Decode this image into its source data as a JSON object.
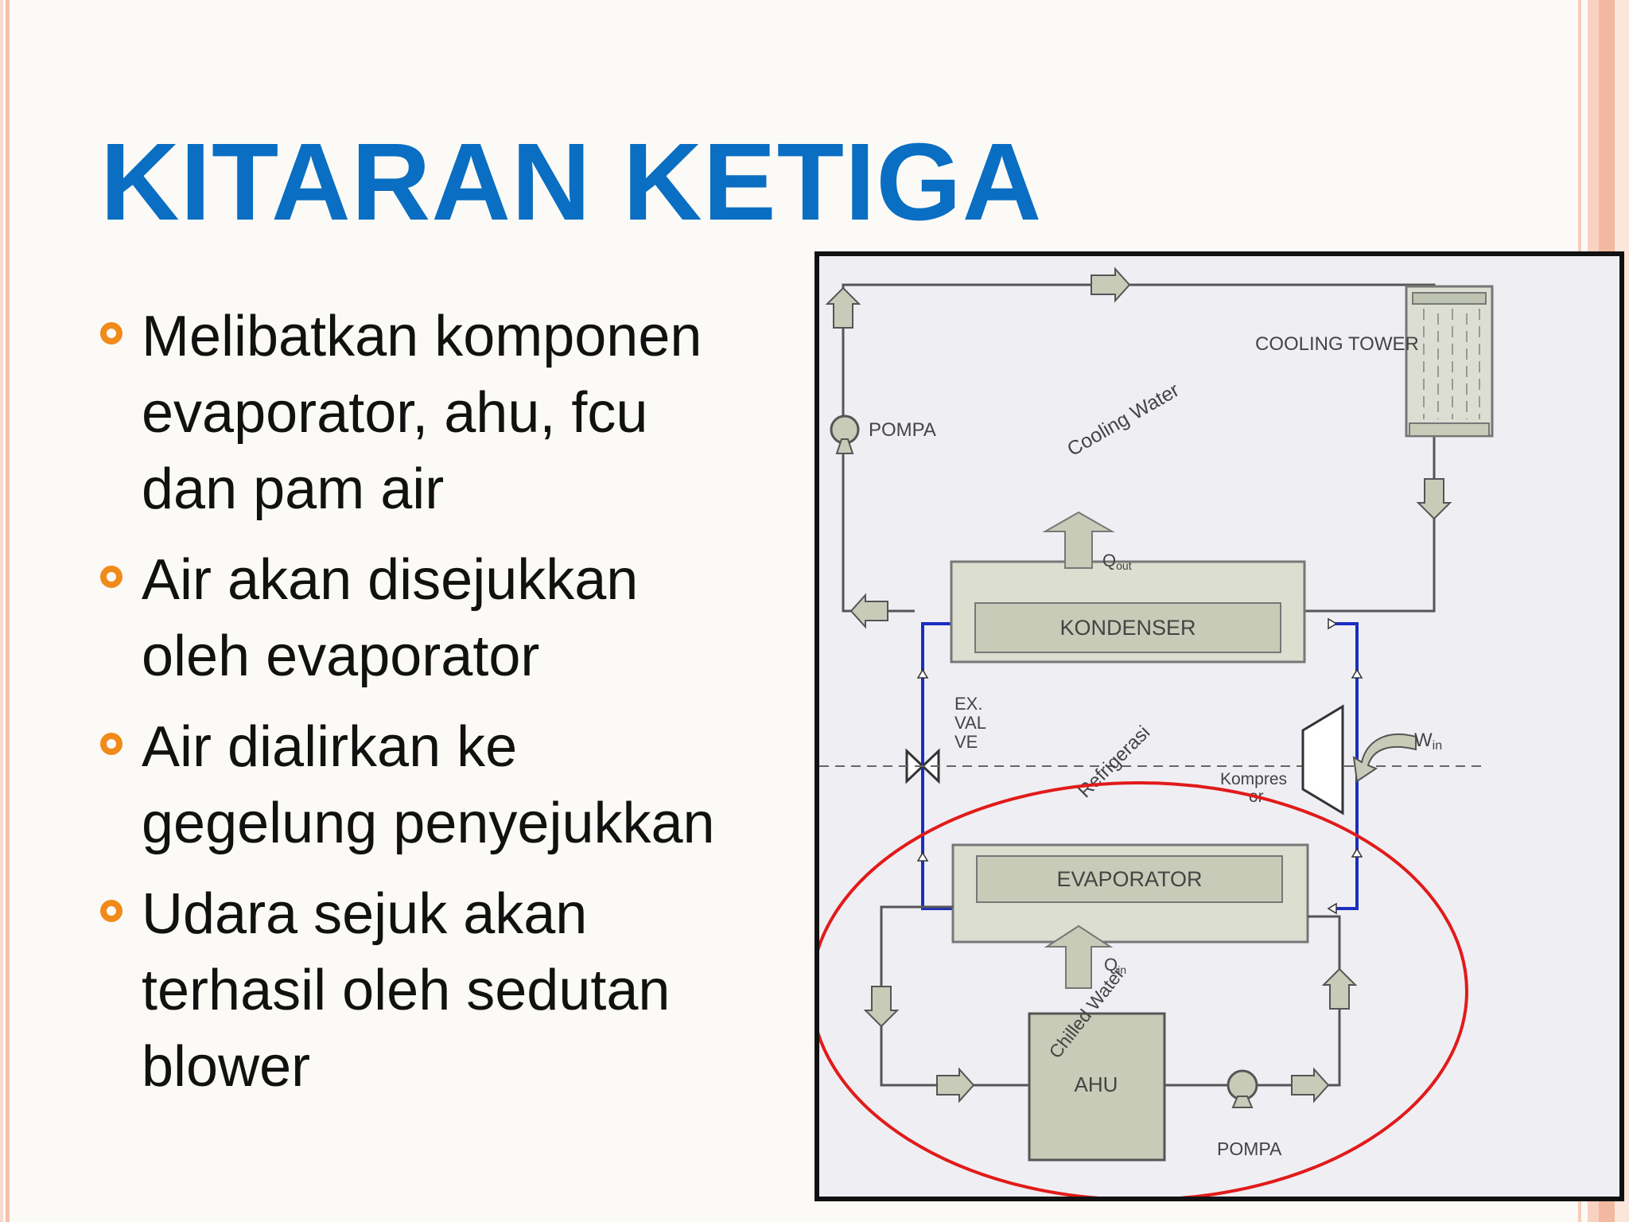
{
  "slide": {
    "title": "KITARAN KETIGA",
    "bullets": [
      "Melibatkan komponen\nevaporator, ahu, fcu\ndan pam air",
      "Air akan disejukkan\noleh evaporator",
      "Air dialirkan ke\ngegelung penyejukkan",
      "Udara sejuk akan\nterhasil oleh sedutan\nblower"
    ]
  },
  "diagram": {
    "cooling_tower": "COOLING TOWER",
    "pump_top": "POMPA",
    "cooling_water": "Cooling Water",
    "q_out": "Q",
    "q_out_sub": "out",
    "condenser": "KONDENSER",
    "exp_valve": [
      "EX.",
      "VAL",
      "VE"
    ],
    "refrigerant": "Refrigerasi",
    "w_in": "W",
    "w_in_sub": "in",
    "compressor": [
      "Kompres",
      "or"
    ],
    "evaporator": "EVAPORATOR",
    "q_in": "Q",
    "q_in_sub": "in",
    "chilled_water": "Chilled Water",
    "ahu": "AHU",
    "pump_bottom": "POMPA"
  },
  "colors": {
    "title": "#0a6fc2",
    "bullet": "#f08a1a",
    "refrigerant_line": "#1a2fbf",
    "highlight": "#e11a1a",
    "component_fill": "#c7cbb7"
  }
}
